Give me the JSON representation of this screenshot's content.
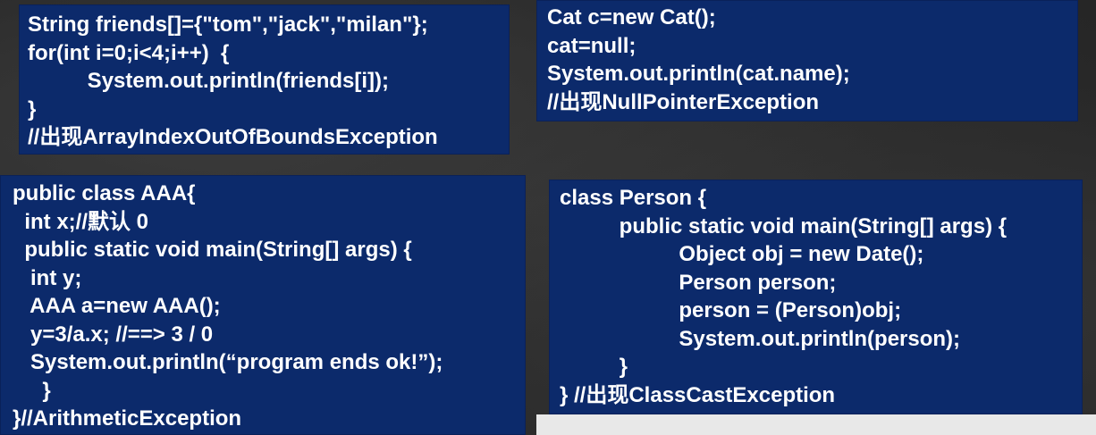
{
  "panels": {
    "array_index": {
      "lines": [
        "String friends[]={\"tom\",\"jack\",\"milan\"};",
        "for(int i=0;i<4;i++)  {",
        "          System.out.println(friends[i]);",
        "}",
        "//出现ArrayIndexOutOfBoundsException"
      ]
    },
    "null_pointer": {
      "lines": [
        "Cat c=new Cat();",
        "cat=null;",
        "System.out.println(cat.name);",
        "//出现NullPointerException"
      ]
    },
    "arithmetic": {
      "lines": [
        "public class AAA{",
        "  int x;//默认 0",
        "  public static void main(String[] args) {",
        "   int y;",
        "   AAA a=new AAA();",
        "   y=3/a.x; //==> 3 / 0",
        "   System.out.println(“program ends ok!”);",
        "     }",
        "}//ArithmeticException"
      ]
    },
    "class_cast": {
      "lines": [
        "class Person {",
        "          public static void main(String[] args) {",
        "                    Object obj = new Date();",
        "                    Person person;",
        "                    person = (Person)obj;",
        "                    System.out.println(person);",
        "          }",
        "} //出现ClassCastException"
      ]
    }
  }
}
